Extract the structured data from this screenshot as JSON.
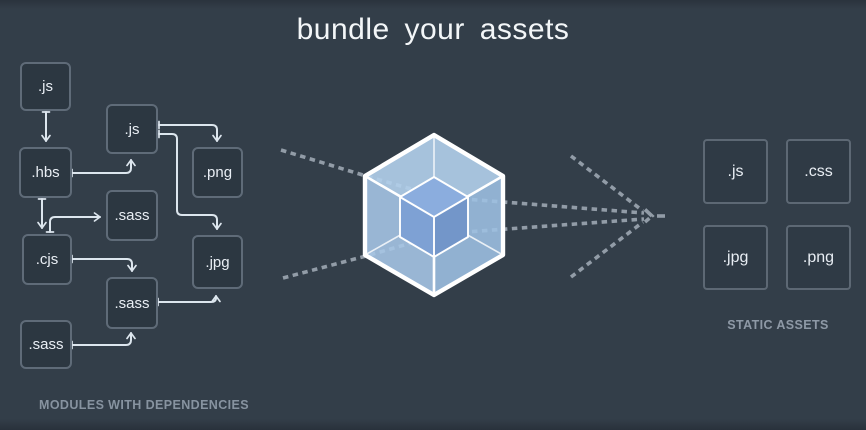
{
  "title": "bundle your assets",
  "modules": {
    "caption": "MODULES WITH DEPENDENCIES",
    "items": [
      {
        "id": "js-top",
        "label": ".js"
      },
      {
        "id": "js-mid",
        "label": ".js"
      },
      {
        "id": "hbs",
        "label": ".hbs"
      },
      {
        "id": "png",
        "label": ".png"
      },
      {
        "id": "sass-top",
        "label": ".sass"
      },
      {
        "id": "cjs",
        "label": ".cjs"
      },
      {
        "id": "sass-mid",
        "label": ".sass"
      },
      {
        "id": "jpg",
        "label": ".jpg"
      },
      {
        "id": "sass-bottom",
        "label": ".sass"
      }
    ]
  },
  "assets": {
    "caption": "STATIC ASSETS",
    "items": [
      {
        "id": "js",
        "label": ".js"
      },
      {
        "id": "css",
        "label": ".css"
      },
      {
        "id": "jpg",
        "label": ".jpg"
      },
      {
        "id": "png",
        "label": ".png"
      }
    ]
  },
  "logo": {
    "name": "webpack cube"
  },
  "colors": {
    "background": "#333e49",
    "box_border": "#5f6b78",
    "box_text": "#e9eef4",
    "arrow": "#dde6ee",
    "dotted_line": "#929ca7",
    "cube_edge": "#ffffff",
    "cube_outer_face": "#a9c7e7",
    "cube_inner_face": "#7ea0d3",
    "title_text": "#f3f6f8",
    "caption_text": "#8793a0"
  }
}
